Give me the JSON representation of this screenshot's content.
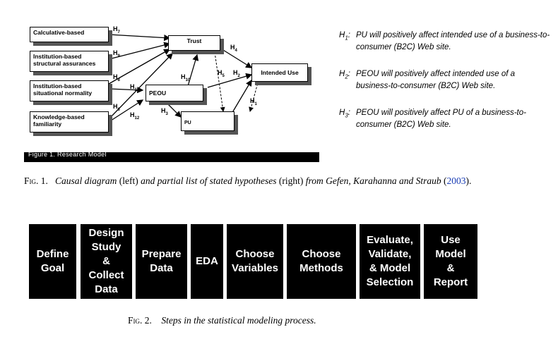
{
  "figure1": {
    "inner_caption": "Figure 1.  Research Model",
    "boxes": {
      "calculative": "Calculative-based",
      "institution_structural": "Institution-based\nstructural assurances",
      "institution_normality": "Institution-based\nsituational normality",
      "knowledge": "Knowledge-based\nfamiliarity",
      "trust": "Trust",
      "peou": "PEOU",
      "pu": "PU",
      "intended_use": "Intended Use"
    },
    "hypothesis_labels": [
      "H",
      "H",
      "H",
      "H",
      "H",
      "H",
      "H",
      "H",
      "H",
      "H",
      "H",
      "H"
    ],
    "hypothesis_subs": [
      "7",
      "9",
      "8",
      "11",
      "6",
      "12",
      "10",
      "3",
      "4",
      "5",
      "2",
      "1"
    ],
    "caption_prefix": "Fig. 1.",
    "caption_parts": [
      "Causal diagram",
      " (left) ",
      "and partial list of stated hypotheses",
      " (right) ",
      "from Gefen, Karahanna and Straub",
      " (",
      "2003",
      ")."
    ]
  },
  "hypotheses": [
    {
      "key_letter": "H",
      "key_sub": "1",
      "key_colon": ":",
      "text": "PU will positively affect intended use of a business-to-consumer (B2C) Web site."
    },
    {
      "key_letter": "H",
      "key_sub": "2",
      "key_colon": ":",
      "text": "PEOU will positively affect intended use of a business-to-consumer (B2C) Web site."
    },
    {
      "key_letter": "H",
      "key_sub": "3",
      "key_colon": ":",
      "text": "PEOU will positively affect PU of a business-to-consumer (B2C) Web site."
    }
  ],
  "figure2": {
    "steps": [
      "Define\nGoal",
      "Design\nStudy\n&\nCollect\nData",
      "Prepare\nData",
      "EDA",
      "Choose\nVariables",
      "Choose\nMethods",
      "Evaluate,\nValidate,\n& Model\nSelection",
      "Use\nModel\n&\nReport"
    ],
    "caption_prefix": "Fig. 2.",
    "caption_text": "Steps in the statistical modeling process."
  }
}
